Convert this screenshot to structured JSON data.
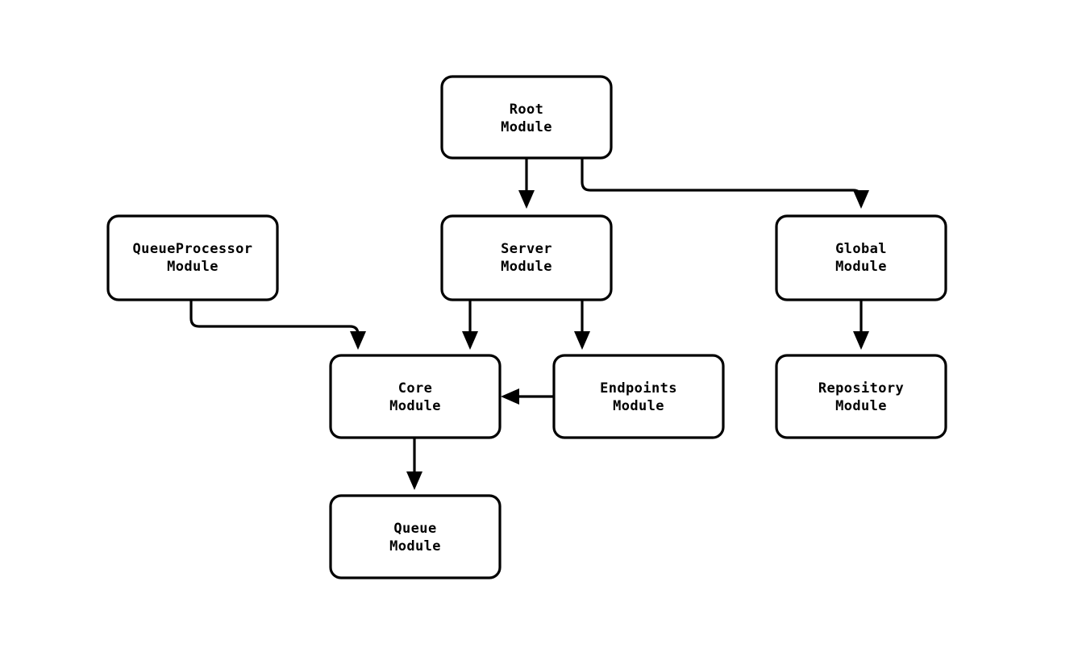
{
  "diagram": {
    "type": "module-dependency-graph",
    "background_color": "#ffffff",
    "stroke_color": "#000000",
    "node_fill_color": "#ffffff",
    "nodes": [
      {
        "id": "root",
        "line1": "Root",
        "line2": "Module"
      },
      {
        "id": "queueprocessor",
        "line1": "QueueProcessor",
        "line2": "Module"
      },
      {
        "id": "server",
        "line1": "Server",
        "line2": "Module"
      },
      {
        "id": "global",
        "line1": "Global",
        "line2": "Module"
      },
      {
        "id": "core",
        "line1": "Core",
        "line2": "Module"
      },
      {
        "id": "endpoints",
        "line1": "Endpoints",
        "line2": "Module"
      },
      {
        "id": "repository",
        "line1": "Repository",
        "line2": "Module"
      },
      {
        "id": "queue",
        "line1": "Queue",
        "line2": "Module"
      }
    ],
    "edges": [
      {
        "from": "root",
        "to": "server",
        "style": "straight"
      },
      {
        "from": "root",
        "to": "global",
        "style": "orthogonal"
      },
      {
        "from": "queueprocessor",
        "to": "core",
        "style": "orthogonal"
      },
      {
        "from": "server",
        "to": "core",
        "style": "straight"
      },
      {
        "from": "server",
        "to": "endpoints",
        "style": "straight"
      },
      {
        "from": "global",
        "to": "repository",
        "style": "straight"
      },
      {
        "from": "endpoints",
        "to": "core",
        "style": "straight"
      },
      {
        "from": "core",
        "to": "queue",
        "style": "straight"
      }
    ]
  }
}
